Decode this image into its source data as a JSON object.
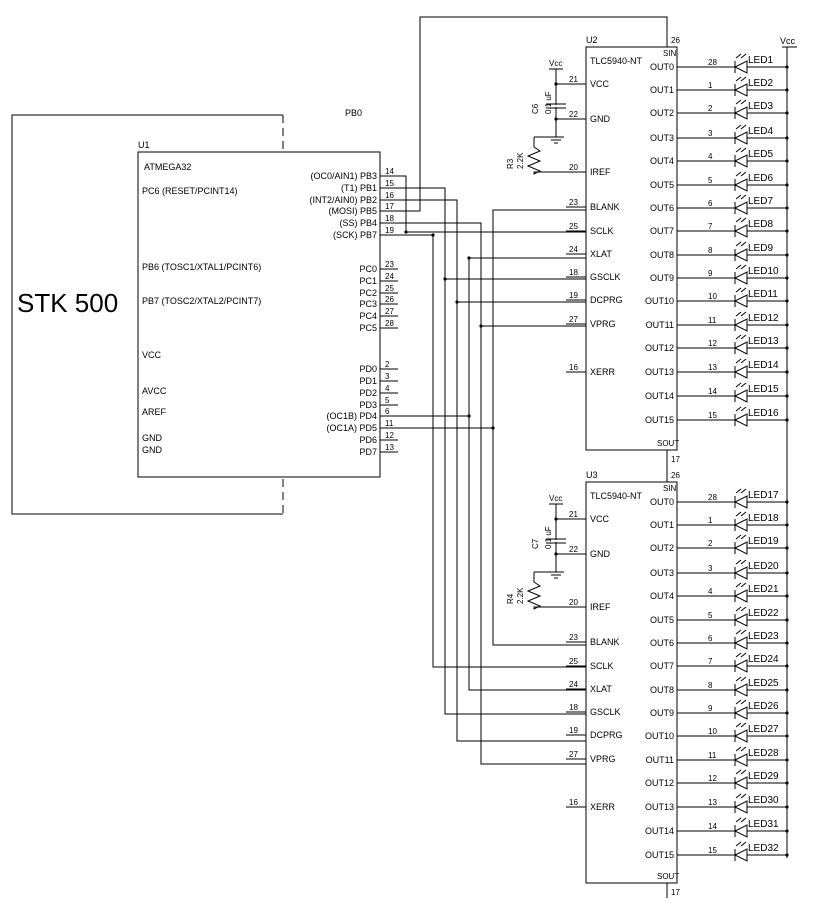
{
  "stk": {
    "label": "STK 500"
  },
  "pb0_label": "PB0",
  "u1": {
    "ref": "U1",
    "part": "ATMEGA32",
    "left_pins": [
      "PC6 (RESET/PCINT14)",
      "PB6 (TOSC1/XTAL1/PCINT6)",
      "PB7 (TOSC2/XTAL2/PCINT7)",
      "VCC",
      "AVCC",
      "AREF",
      "GND",
      "GND"
    ],
    "right_pins": [
      {
        "name": "(OC0/AIN1) PB3",
        "num": "14"
      },
      {
        "name": "(T1) PB1",
        "num": "15"
      },
      {
        "name": "(INT2/AIN0) PB2",
        "num": "16"
      },
      {
        "name": "(MOSI) PB5",
        "num": "17"
      },
      {
        "name": "(SS) PB4",
        "num": "18"
      },
      {
        "name": "(SCK) PB7",
        "num": "19"
      },
      {
        "name": "PC0",
        "num": "23"
      },
      {
        "name": "PC1",
        "num": "24"
      },
      {
        "name": "PC2",
        "num": "25"
      },
      {
        "name": "PC3",
        "num": "26"
      },
      {
        "name": "PC4",
        "num": "27"
      },
      {
        "name": "PC5",
        "num": "28"
      },
      {
        "name": "PD0",
        "num": "2"
      },
      {
        "name": "PD1",
        "num": "3"
      },
      {
        "name": "PD2",
        "num": "4"
      },
      {
        "name": "PD3",
        "num": "5"
      },
      {
        "name": "(OC1B) PD4",
        "num": "6"
      },
      {
        "name": "(OC1A) PD5",
        "num": "11"
      },
      {
        "name": "PD6",
        "num": "12"
      },
      {
        "name": "PD7",
        "num": "13"
      }
    ]
  },
  "drivers": [
    {
      "ref": "U2",
      "part": "TLC5940-NT",
      "cap_ref": "C6",
      "cap_val": "0.1 uF",
      "res_ref": "R3",
      "res_val": "2.2K",
      "leds": [
        "LED1",
        "LED2",
        "LED3",
        "LED4",
        "LED5",
        "LED6",
        "LED7",
        "LED8",
        "LED9",
        "LED10",
        "LED11",
        "LED12",
        "LED13",
        "LED14",
        "LED15",
        "LED16"
      ]
    },
    {
      "ref": "U3",
      "part": "TLC5940-NT",
      "cap_ref": "C7",
      "cap_val": "0.1 uF",
      "res_ref": "R4",
      "res_val": "2.2K",
      "leds": [
        "LED17",
        "LED18",
        "LED19",
        "LED20",
        "LED21",
        "LED22",
        "LED23",
        "LED24",
        "LED25",
        "LED26",
        "LED27",
        "LED28",
        "LED29",
        "LED30",
        "LED31",
        "LED32"
      ]
    }
  ],
  "tlc": {
    "sin": {
      "name": "SIN",
      "num": "26"
    },
    "sout": {
      "name": "SOUT",
      "num": "17"
    },
    "left_pins": [
      {
        "name": "VCC",
        "num": "21"
      },
      {
        "name": "GND",
        "num": "22"
      },
      {
        "name": "IREF",
        "num": "20"
      },
      {
        "name": "BLANK",
        "num": "23"
      },
      {
        "name": "SCLK",
        "num": "25"
      },
      {
        "name": "XLAT",
        "num": "24"
      },
      {
        "name": "GSCLK",
        "num": "18"
      },
      {
        "name": "DCPRG",
        "num": "19"
      },
      {
        "name": "VPRG",
        "num": "27"
      },
      {
        "name": "XERR",
        "num": "16"
      }
    ],
    "out_pins": [
      {
        "name": "OUT0",
        "num": "28"
      },
      {
        "name": "OUT1",
        "num": "1"
      },
      {
        "name": "OUT2",
        "num": "2"
      },
      {
        "name": "OUT3",
        "num": "3"
      },
      {
        "name": "OUT4",
        "num": "4"
      },
      {
        "name": "OUT5",
        "num": "5"
      },
      {
        "name": "OUT6",
        "num": "6"
      },
      {
        "name": "OUT7",
        "num": "7"
      },
      {
        "name": "OUT8",
        "num": "8"
      },
      {
        "name": "OUT9",
        "num": "9"
      },
      {
        "name": "OUT10",
        "num": "10"
      },
      {
        "name": "OUT11",
        "num": "11"
      },
      {
        "name": "OUT12",
        "num": "12"
      },
      {
        "name": "OUT13",
        "num": "13"
      },
      {
        "name": "OUT14",
        "num": "14"
      },
      {
        "name": "OUT15",
        "num": "15"
      }
    ]
  },
  "vcc_label": "Vcc"
}
